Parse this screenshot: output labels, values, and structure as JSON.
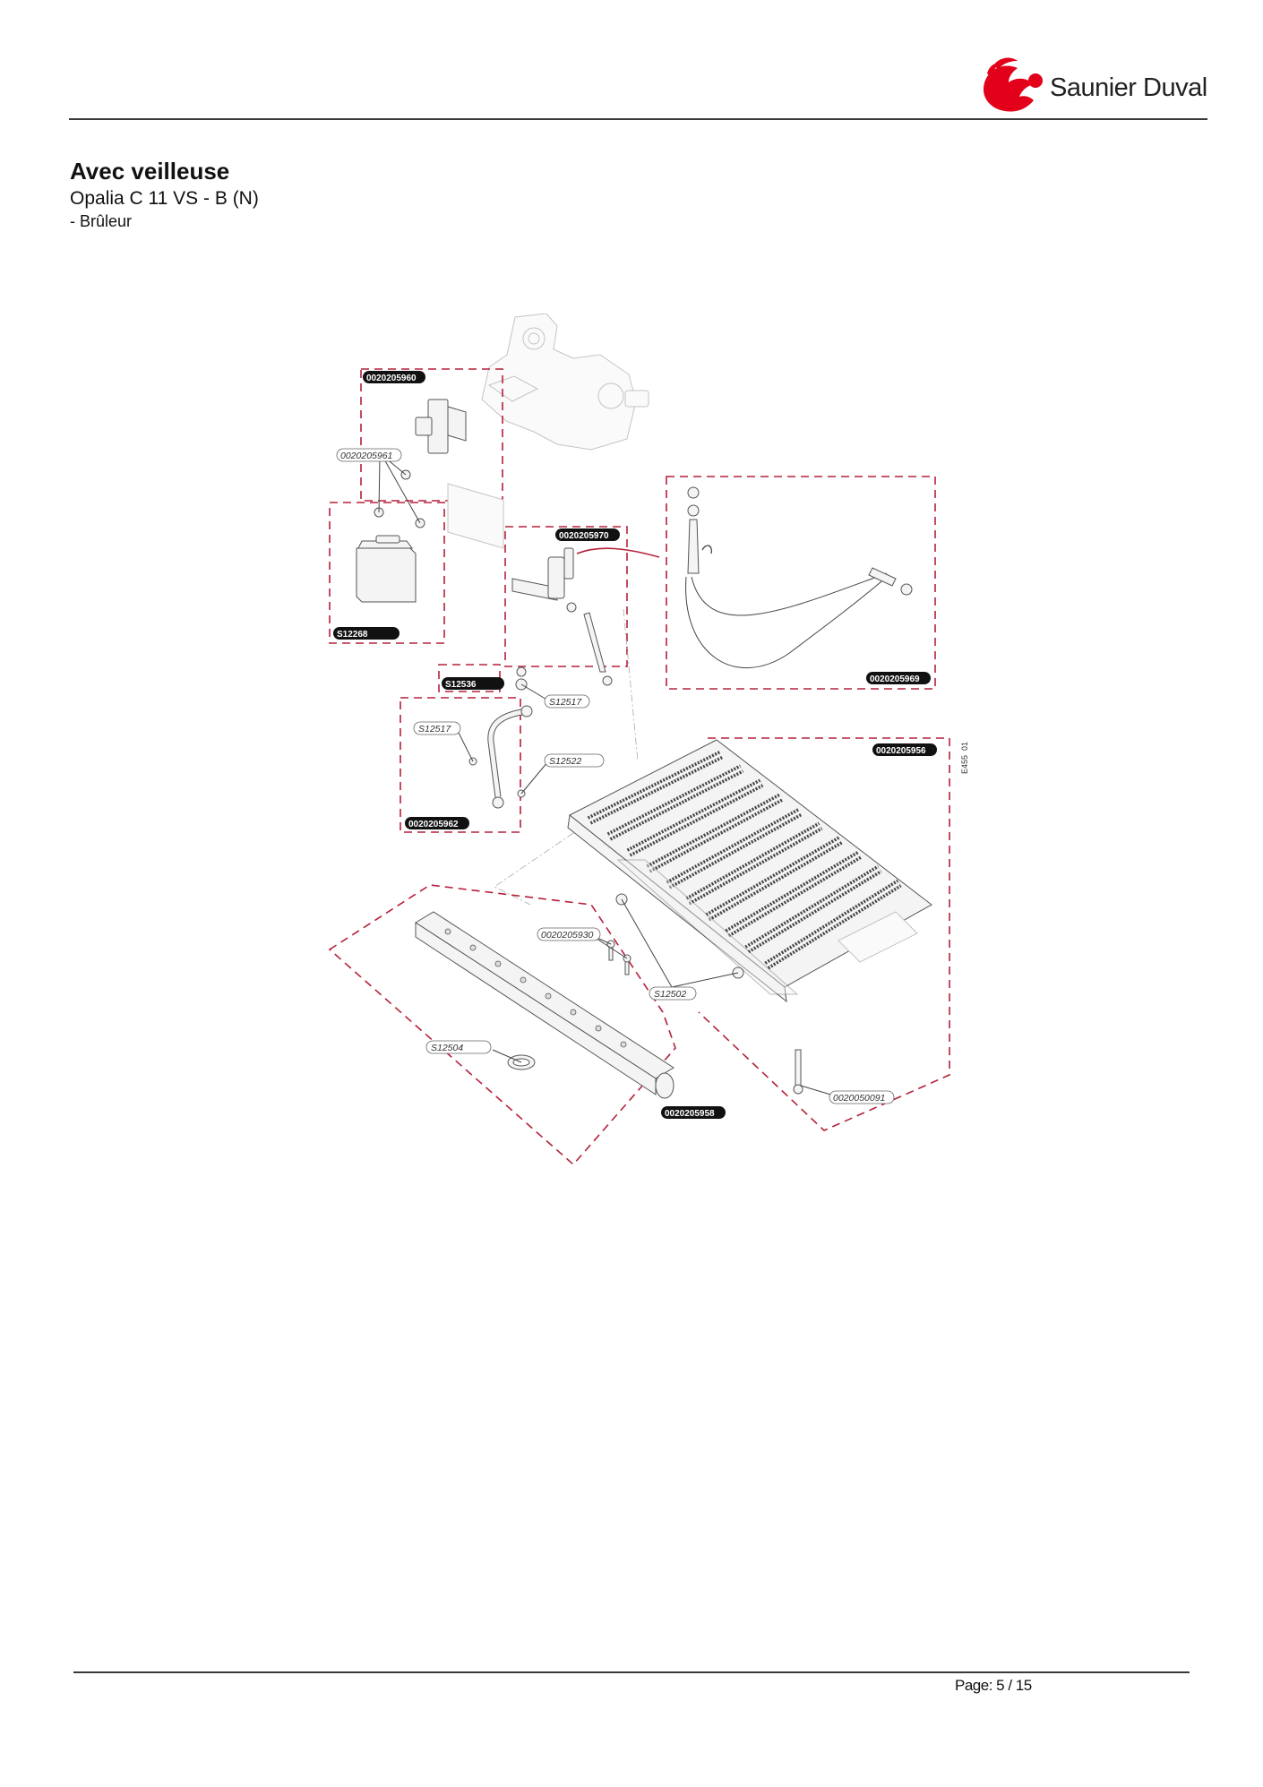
{
  "header": {
    "brand_name": "Saunier Duval",
    "brand_color": "#e2001a"
  },
  "document": {
    "title": "Avec veilleuse",
    "model": "Opalia C 11 VS - B (N)",
    "section": "- Brûleur"
  },
  "diagram": {
    "drawing_ref": "E455_01",
    "part_labels_boxed": [
      "0020205960",
      "0020205970",
      "S12268",
      "S12536",
      "0020205969",
      "0020205956",
      "0020205962",
      "0020205958"
    ],
    "part_labels_plain": [
      "0020205961",
      "S12517",
      "S12517",
      "S12522",
      "0020205930",
      "S12502",
      "S12504",
      "0020050091"
    ]
  },
  "footer": {
    "page": "Page: 5 / 15"
  }
}
